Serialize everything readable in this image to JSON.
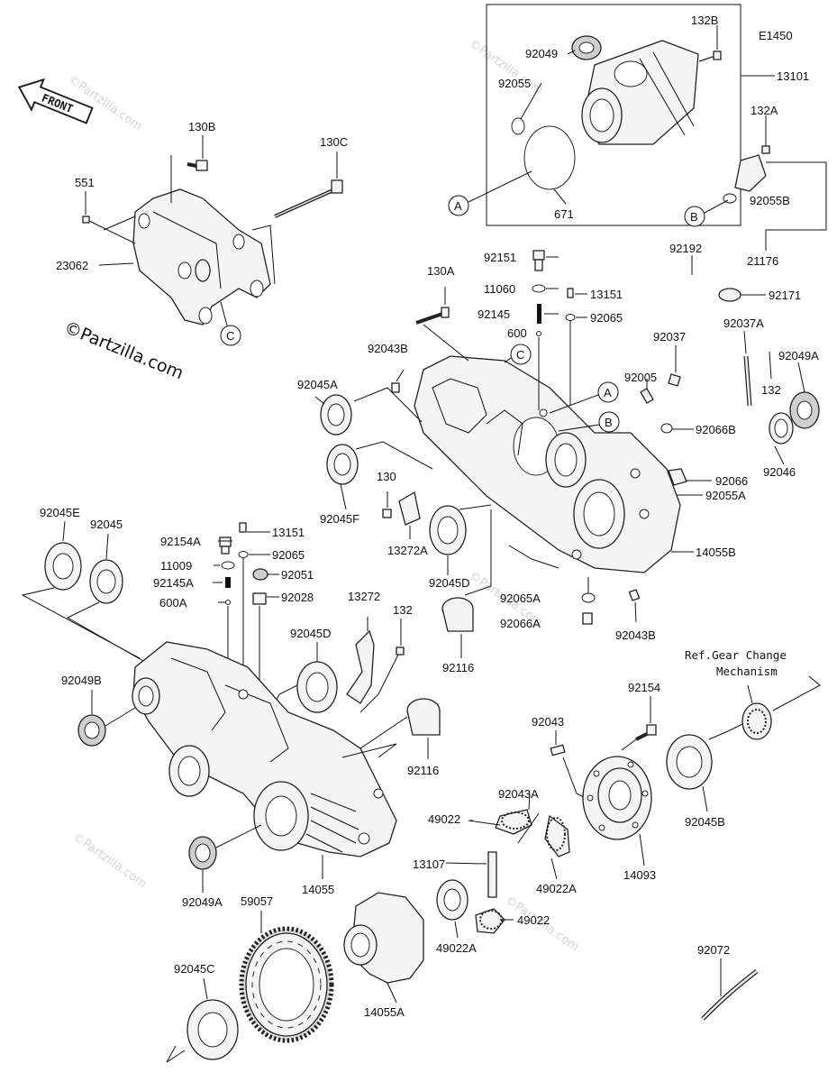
{
  "diagram": {
    "code": "E1450",
    "front_label": "FRONT",
    "watermark": "©Partzilla.com",
    "ref_note_line1": "Ref.Gear Change",
    "ref_note_line2": "Mechanism",
    "callouts": {
      "A1": "A",
      "B1": "B",
      "C1": "C",
      "A2": "A",
      "B2": "B",
      "C2": "C"
    },
    "labels": {
      "p132B": "132B",
      "p13101": "13101",
      "p92049": "92049",
      "p92055": "92055",
      "p671": "671",
      "p132A": "132A",
      "p92055B": "92055B",
      "p21176": "21176",
      "p92192": "92192",
      "p92171": "92171",
      "p92037A": "92037A",
      "p92049A_1": "92049A",
      "p132_1": "132",
      "p92037": "92037",
      "p92005": "92005",
      "p92066B": "92066B",
      "p92046": "92046",
      "p92066": "92066",
      "p92055A": "92055A",
      "p14055B": "14055B",
      "p92151": "92151",
      "p11060": "11060",
      "p13151_1": "13151",
      "p92145": "92145",
      "p92065_1": "92065",
      "p600": "600",
      "p130A": "130A",
      "p92043B_1": "92043B",
      "p92045A": "92045A",
      "p92045F": "92045F",
      "p130": "130",
      "p13272A": "13272A",
      "p92045D_1": "92045D",
      "p92116_1": "92116",
      "p92065A": "92065A",
      "p92066A": "92066A",
      "p92043B_2": "92043B",
      "p130B": "130B",
      "p130C": "130C",
      "p551": "551",
      "p23062": "23062",
      "p92045E": "92045E",
      "p92045": "92045",
      "p92154A": "92154A",
      "p13151_2": "13151",
      "p92065_2": "92065",
      "p11009": "11009",
      "p92051": "92051",
      "p92145A": "92145A",
      "p92028": "92028",
      "p600A": "600A",
      "p13272": "13272",
      "p132_2": "132",
      "p92045D_2": "92045D",
      "p92049B": "92049B",
      "p92116_2": "92116",
      "p92049A_2": "92049A",
      "p14055": "14055",
      "p59057": "59057",
      "p92045C": "92045C",
      "p14055A": "14055A",
      "p49022_1": "49022",
      "p92043A": "92043A",
      "p13107": "13107",
      "p49022A_1": "49022A",
      "p49022A_2": "49022A",
      "p49022_2": "49022",
      "p92043": "92043",
      "p92154": "92154",
      "p14093": "14093",
      "p92045B": "92045B",
      "p92072": "92072"
    }
  }
}
